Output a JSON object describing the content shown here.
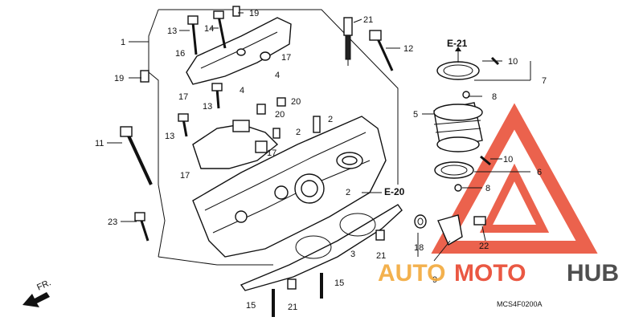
{
  "diagram": {
    "part_code": "MCS4F0200A",
    "front_arrow_label": "FR.",
    "section_refs": {
      "e21": "E-21",
      "e20": "E-20"
    },
    "callouts": {
      "c1": "1",
      "c2a": "2",
      "c2b": "2",
      "c2c": "2",
      "c3": "3",
      "c4a": "4",
      "c4b": "4",
      "c5": "5",
      "c6": "6",
      "c7": "7",
      "c8a": "8",
      "c8b": "8",
      "c9": "9",
      "c10a": "10",
      "c10b": "10",
      "c11": "11",
      "c12": "12",
      "c13a": "13",
      "c13b": "13",
      "c13c": "13",
      "c14": "14",
      "c15a": "15",
      "c15b": "15",
      "c16": "16",
      "c17a": "17",
      "c17b": "17",
      "c17c": "17",
      "c17d": "17",
      "c18": "18",
      "c19a": "19",
      "c19b": "19",
      "c20a": "20",
      "c20b": "20",
      "c21a": "21",
      "c21b": "21",
      "c21c": "21",
      "c22": "22",
      "c23": "23"
    }
  },
  "watermark": {
    "text_part1": "AUTO",
    "text_part2": "MOTO",
    "text_part3": "HUB",
    "color_primary": "#e8472f",
    "color_secondary": "#f2a93b",
    "color_dark": "#3c3c3c"
  }
}
